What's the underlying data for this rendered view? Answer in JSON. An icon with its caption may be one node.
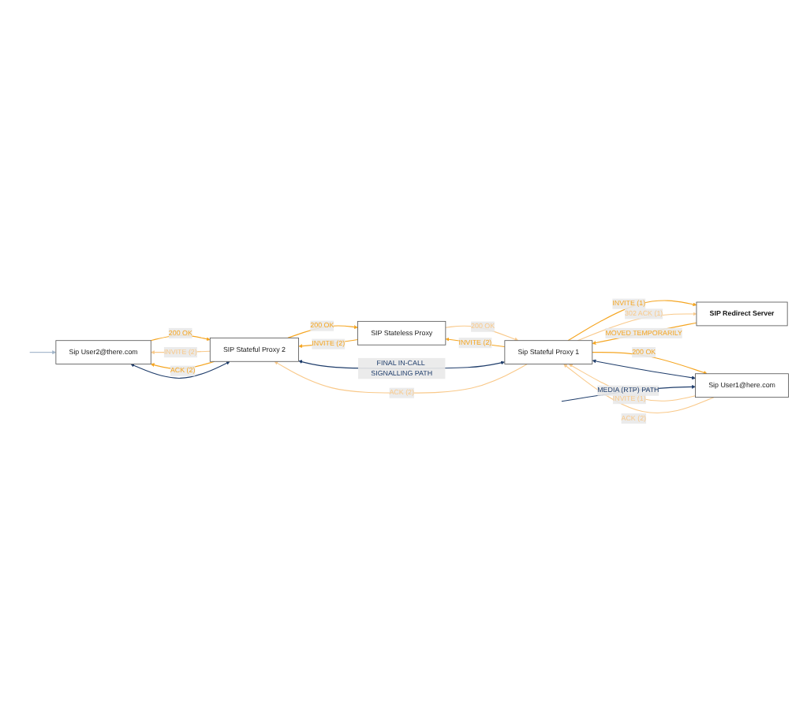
{
  "diagram": {
    "nodes": [
      {
        "text": [
          "Sip User2@there.com"
        ]
      },
      {
        "text": [
          "SIP Stateless Proxy"
        ]
      },
      {
        "text": [
          "SIP Stateful Proxy 2"
        ]
      },
      {
        "text": [
          "Sip Stateful Proxy 1"
        ]
      },
      {
        "text": [
          "SIP Redirect Server"
        ]
      },
      {
        "text": [
          "Sip User1@here.com"
        ]
      }
    ],
    "edges": [
      {
        "from": 1,
        "to": 2,
        "arrow": "to",
        "label": "INVITE (2)"
      },
      {
        "from": 2,
        "to": 1,
        "arrow": "to",
        "label": "200 OK"
      },
      {
        "from": 2,
        "to": 0,
        "arrow": "to",
        "label": "INVITE (2)",
        "color": "#f9c98a"
      },
      {
        "from": 0,
        "to": 2,
        "arrow": "to",
        "label": "200 OK"
      },
      {
        "from": 2,
        "to": 0,
        "arrow": "to",
        "label": "ACK (2)"
      },
      {
        "from": 2,
        "to": 0,
        "arrow": "both",
        "color": "#1f3d6b"
      },
      {
        "from": null,
        "to": 0,
        "arrow": "to",
        "color": "#9fb3c8"
      },
      {
        "from": 3,
        "to": 1,
        "arrow": "to",
        "label": "INVITE (2)"
      },
      {
        "from": 1,
        "to": 3,
        "arrow": "to",
        "label": "200 OK",
        "color": "#f9c98a"
      },
      {
        "from": 3,
        "to": 2,
        "arrow": "both",
        "label": "FINAL IN-CALL SIGNALLING PATH",
        "color": "#1f3d6b"
      },
      {
        "from": 3,
        "to": 2,
        "arrow": "to",
        "label": "ACK (2)",
        "color": "#f9c98a"
      },
      {
        "from": 3,
        "to": 4,
        "arrow": "to",
        "label": "INVITE (1)"
      },
      {
        "from": 4,
        "to": 3,
        "arrow": "to",
        "label": "MOVED TEMPORARILY"
      },
      {
        "from": 3,
        "to": 4,
        "arrow": "to",
        "label": "302 ACK (1)",
        "color": "#f9c98a"
      },
      {
        "from": 5,
        "to": 3,
        "arrow": "to",
        "label": "INVITE (1)",
        "color": "#f9c98a"
      },
      {
        "from": 3,
        "to": 5,
        "arrow": "to",
        "label": "200 OK"
      },
      {
        "from": 5,
        "to": 3,
        "arrow": "to",
        "label": "ACK (2)",
        "color": "#f9c98a"
      },
      {
        "from": 3,
        "to": 5,
        "arrow": "both",
        "color": "#1f3d6b"
      },
      {
        "from": null,
        "to": 5,
        "arrow": "to",
        "label": "MEDIA (RTP) PATH",
        "color": "#1f3d6b"
      }
    ]
  }
}
